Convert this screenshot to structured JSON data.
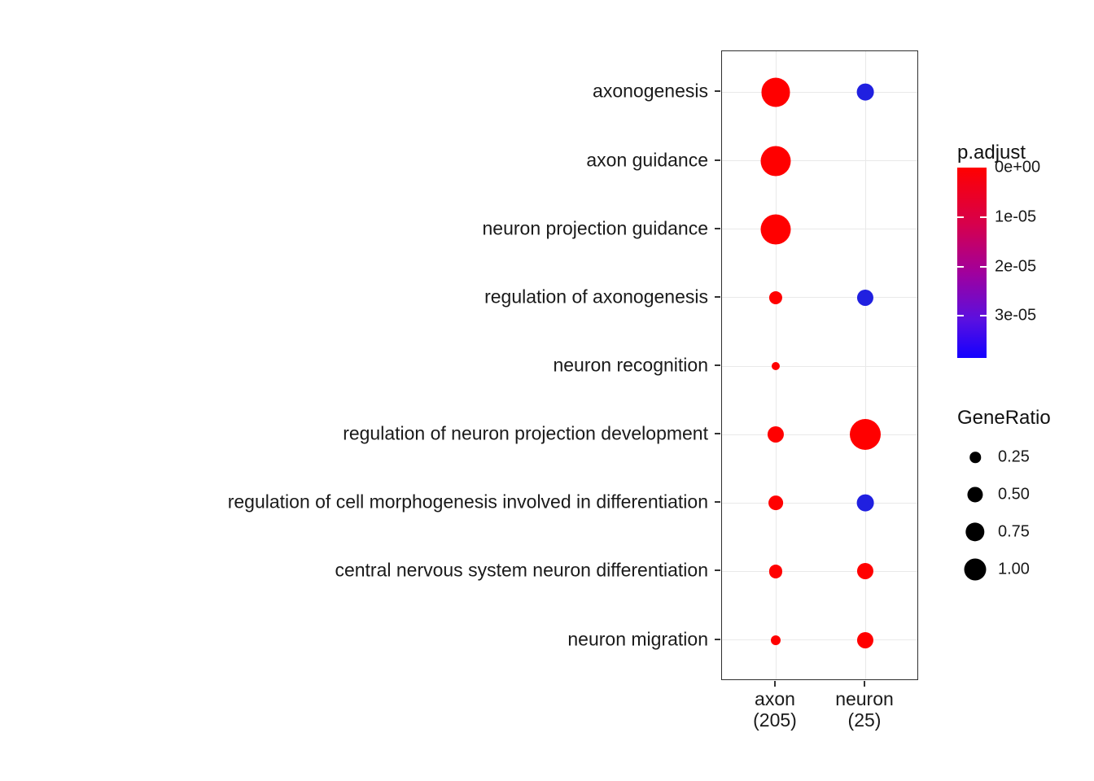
{
  "chart_data": {
    "type": "scatter",
    "subtype": "dotplot",
    "title": "",
    "x_categories": [
      {
        "label": "axon",
        "count_label": "(205)"
      },
      {
        "label": "neuron",
        "count_label": "(25)"
      }
    ],
    "y_categories": [
      "axonogenesis",
      "axon guidance",
      "neuron projection guidance",
      "regulation of axonogenesis",
      "neuron recognition",
      "regulation of neuron projection development",
      "regulation of cell morphogenesis involved in differentiation",
      "central nervous system neuron differentiation",
      "neuron migration"
    ],
    "points": [
      {
        "cluster": "axon",
        "term": "axonogenesis",
        "gene_ratio": 0.85,
        "p_adjust": 0.0,
        "color": "#FF0000"
      },
      {
        "cluster": "axon",
        "term": "axon guidance",
        "gene_ratio": 0.95,
        "p_adjust": 0.0,
        "color": "#FF0000"
      },
      {
        "cluster": "axon",
        "term": "neuron projection guidance",
        "gene_ratio": 0.95,
        "p_adjust": 0.0,
        "color": "#FF0000"
      },
      {
        "cluster": "axon",
        "term": "regulation of axonogenesis",
        "gene_ratio": 0.18,
        "p_adjust": 0.0,
        "color": "#FF0000"
      },
      {
        "cluster": "axon",
        "term": "neuron recognition",
        "gene_ratio": 0.07,
        "p_adjust": 0.0,
        "color": "#FF0000"
      },
      {
        "cluster": "axon",
        "term": "regulation of neuron projection development",
        "gene_ratio": 0.28,
        "p_adjust": 0.0,
        "color": "#FF0000"
      },
      {
        "cluster": "axon",
        "term": "regulation of cell morphogenesis involved in differentiation",
        "gene_ratio": 0.22,
        "p_adjust": 0.0,
        "color": "#FF0000"
      },
      {
        "cluster": "axon",
        "term": "central nervous system neuron differentiation",
        "gene_ratio": 0.18,
        "p_adjust": 0.0,
        "color": "#FF0000"
      },
      {
        "cluster": "axon",
        "term": "neuron migration",
        "gene_ratio": 0.1,
        "p_adjust": 0.0,
        "color": "#FF0000"
      },
      {
        "cluster": "neuron",
        "term": "axonogenesis",
        "gene_ratio": 0.3,
        "p_adjust": 3e-05,
        "color": "#2020E0"
      },
      {
        "cluster": "neuron",
        "term": "regulation of axonogenesis",
        "gene_ratio": 0.28,
        "p_adjust": 3e-05,
        "color": "#2020E0"
      },
      {
        "cluster": "neuron",
        "term": "regulation of neuron projection development",
        "gene_ratio": 1.0,
        "p_adjust": 0.0,
        "color": "#FF0000"
      },
      {
        "cluster": "neuron",
        "term": "regulation of cell morphogenesis involved in differentiation",
        "gene_ratio": 0.3,
        "p_adjust": 3e-05,
        "color": "#2020E0"
      },
      {
        "cluster": "neuron",
        "term": "central nervous system neuron differentiation",
        "gene_ratio": 0.28,
        "p_adjust": 0.0,
        "color": "#FF0000"
      },
      {
        "cluster": "neuron",
        "term": "neuron migration",
        "gene_ratio": 0.28,
        "p_adjust": 0.0,
        "color": "#FF0000"
      }
    ],
    "grid": true,
    "legend_position": "right"
  },
  "legend": {
    "p_adjust": {
      "title": "p.adjust",
      "tick_labels": [
        "0e+00",
        "1e-05",
        "2e-05",
        "3e-05"
      ],
      "tick_values": [
        0,
        1e-05,
        2e-05,
        3e-05
      ],
      "scale_max": 3.85e-05,
      "top_color": "#FF0000",
      "mid_color": "#A1009C",
      "bottom_color": "#1400FF"
    },
    "gene_ratio": {
      "title": "GeneRatio",
      "entries": [
        {
          "value": 0.25,
          "label": "0.25"
        },
        {
          "value": 0.5,
          "label": "0.50"
        },
        {
          "value": 0.75,
          "label": "0.75"
        },
        {
          "value": 1.0,
          "label": "1.00"
        }
      ]
    }
  }
}
